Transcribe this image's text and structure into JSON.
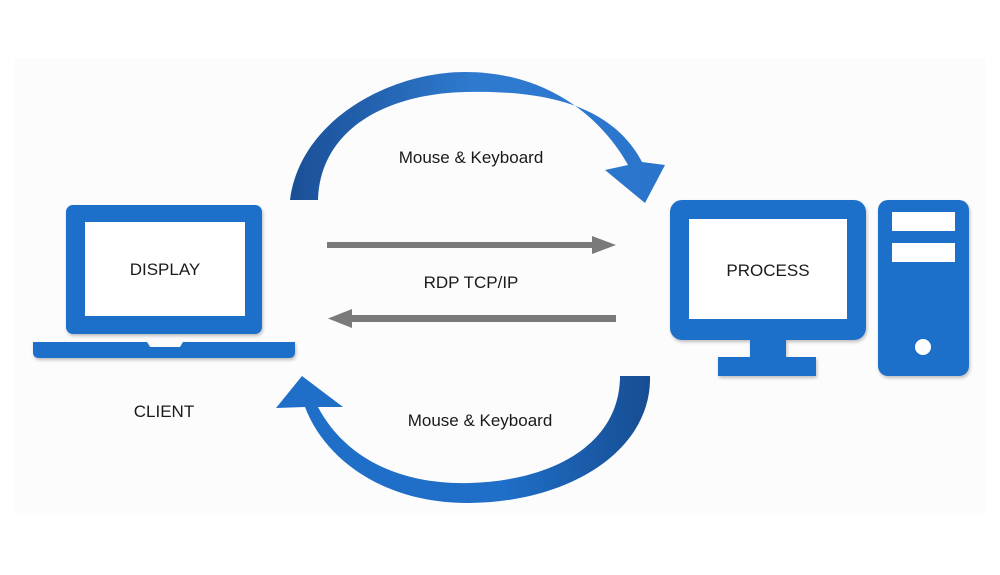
{
  "colors": {
    "device_blue": "#1f6fc9",
    "arrow_blue_light": "#2f7bd0",
    "arrow_blue_dark": "#1a4f96",
    "protocol_arrow_gray": "#7a7a7a",
    "text": "#1a1a1a"
  },
  "client": {
    "screen_label": "DISPLAY",
    "caption": "CLIENT",
    "icon": "laptop-icon"
  },
  "server": {
    "screen_label": "PROCESS",
    "icon": "desktop-computer-icon",
    "tower_icon": "pc-tower-icon"
  },
  "flows": {
    "top_arc_label": "Mouse & Keyboard",
    "bottom_arc_label": "Mouse & Keyboard",
    "protocol_label": "RDP TCP/IP"
  }
}
